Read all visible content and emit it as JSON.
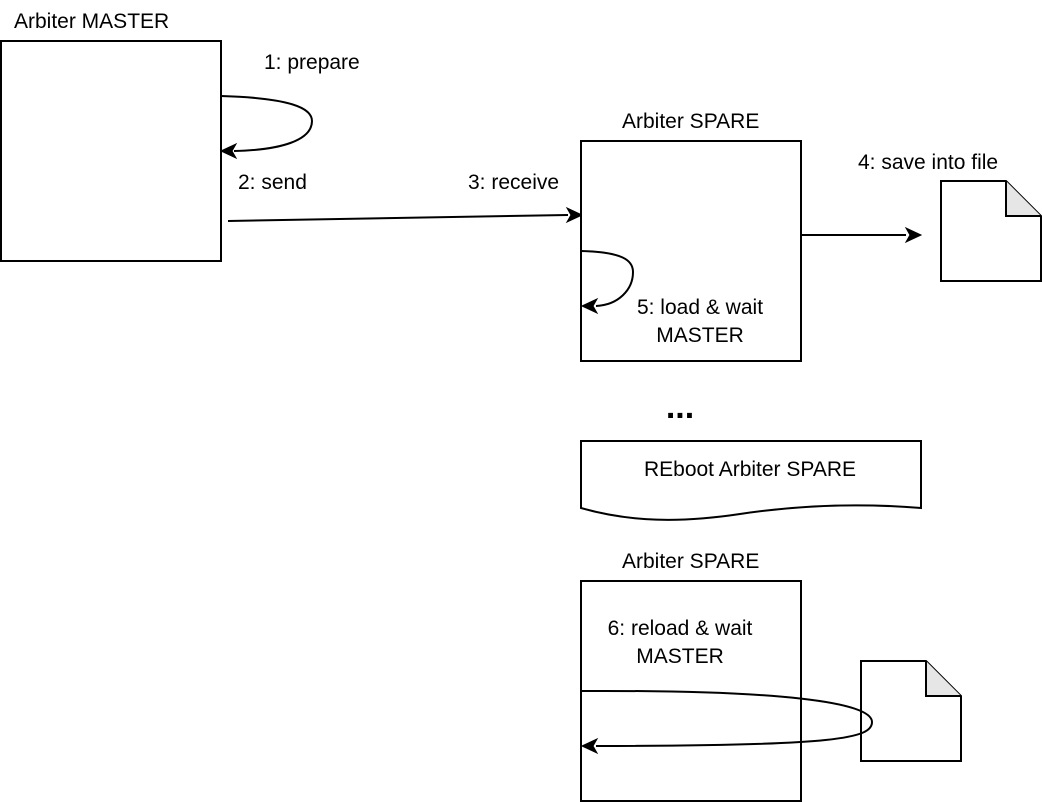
{
  "nodes": {
    "master": {
      "title": "Arbiter MASTER"
    },
    "spare_top": {
      "title": "Arbiter SPARE"
    },
    "spare_bottom": {
      "title": "Arbiter SPARE"
    },
    "reboot": {
      "label": "REboot Arbiter SPARE"
    },
    "file_top": {
      "icon": "document-icon"
    },
    "file_bottom": {
      "icon": "document-icon"
    }
  },
  "edges": {
    "prepare": {
      "label": "1: prepare"
    },
    "send": {
      "label": "2: send"
    },
    "receive": {
      "label": "3: receive"
    },
    "save": {
      "label": "4: save into file"
    },
    "load": {
      "line1": "5: load & wait",
      "line2": "MASTER"
    },
    "reload": {
      "line1": "6: reload & wait",
      "line2": "MASTER"
    }
  },
  "ellipsis": "..."
}
